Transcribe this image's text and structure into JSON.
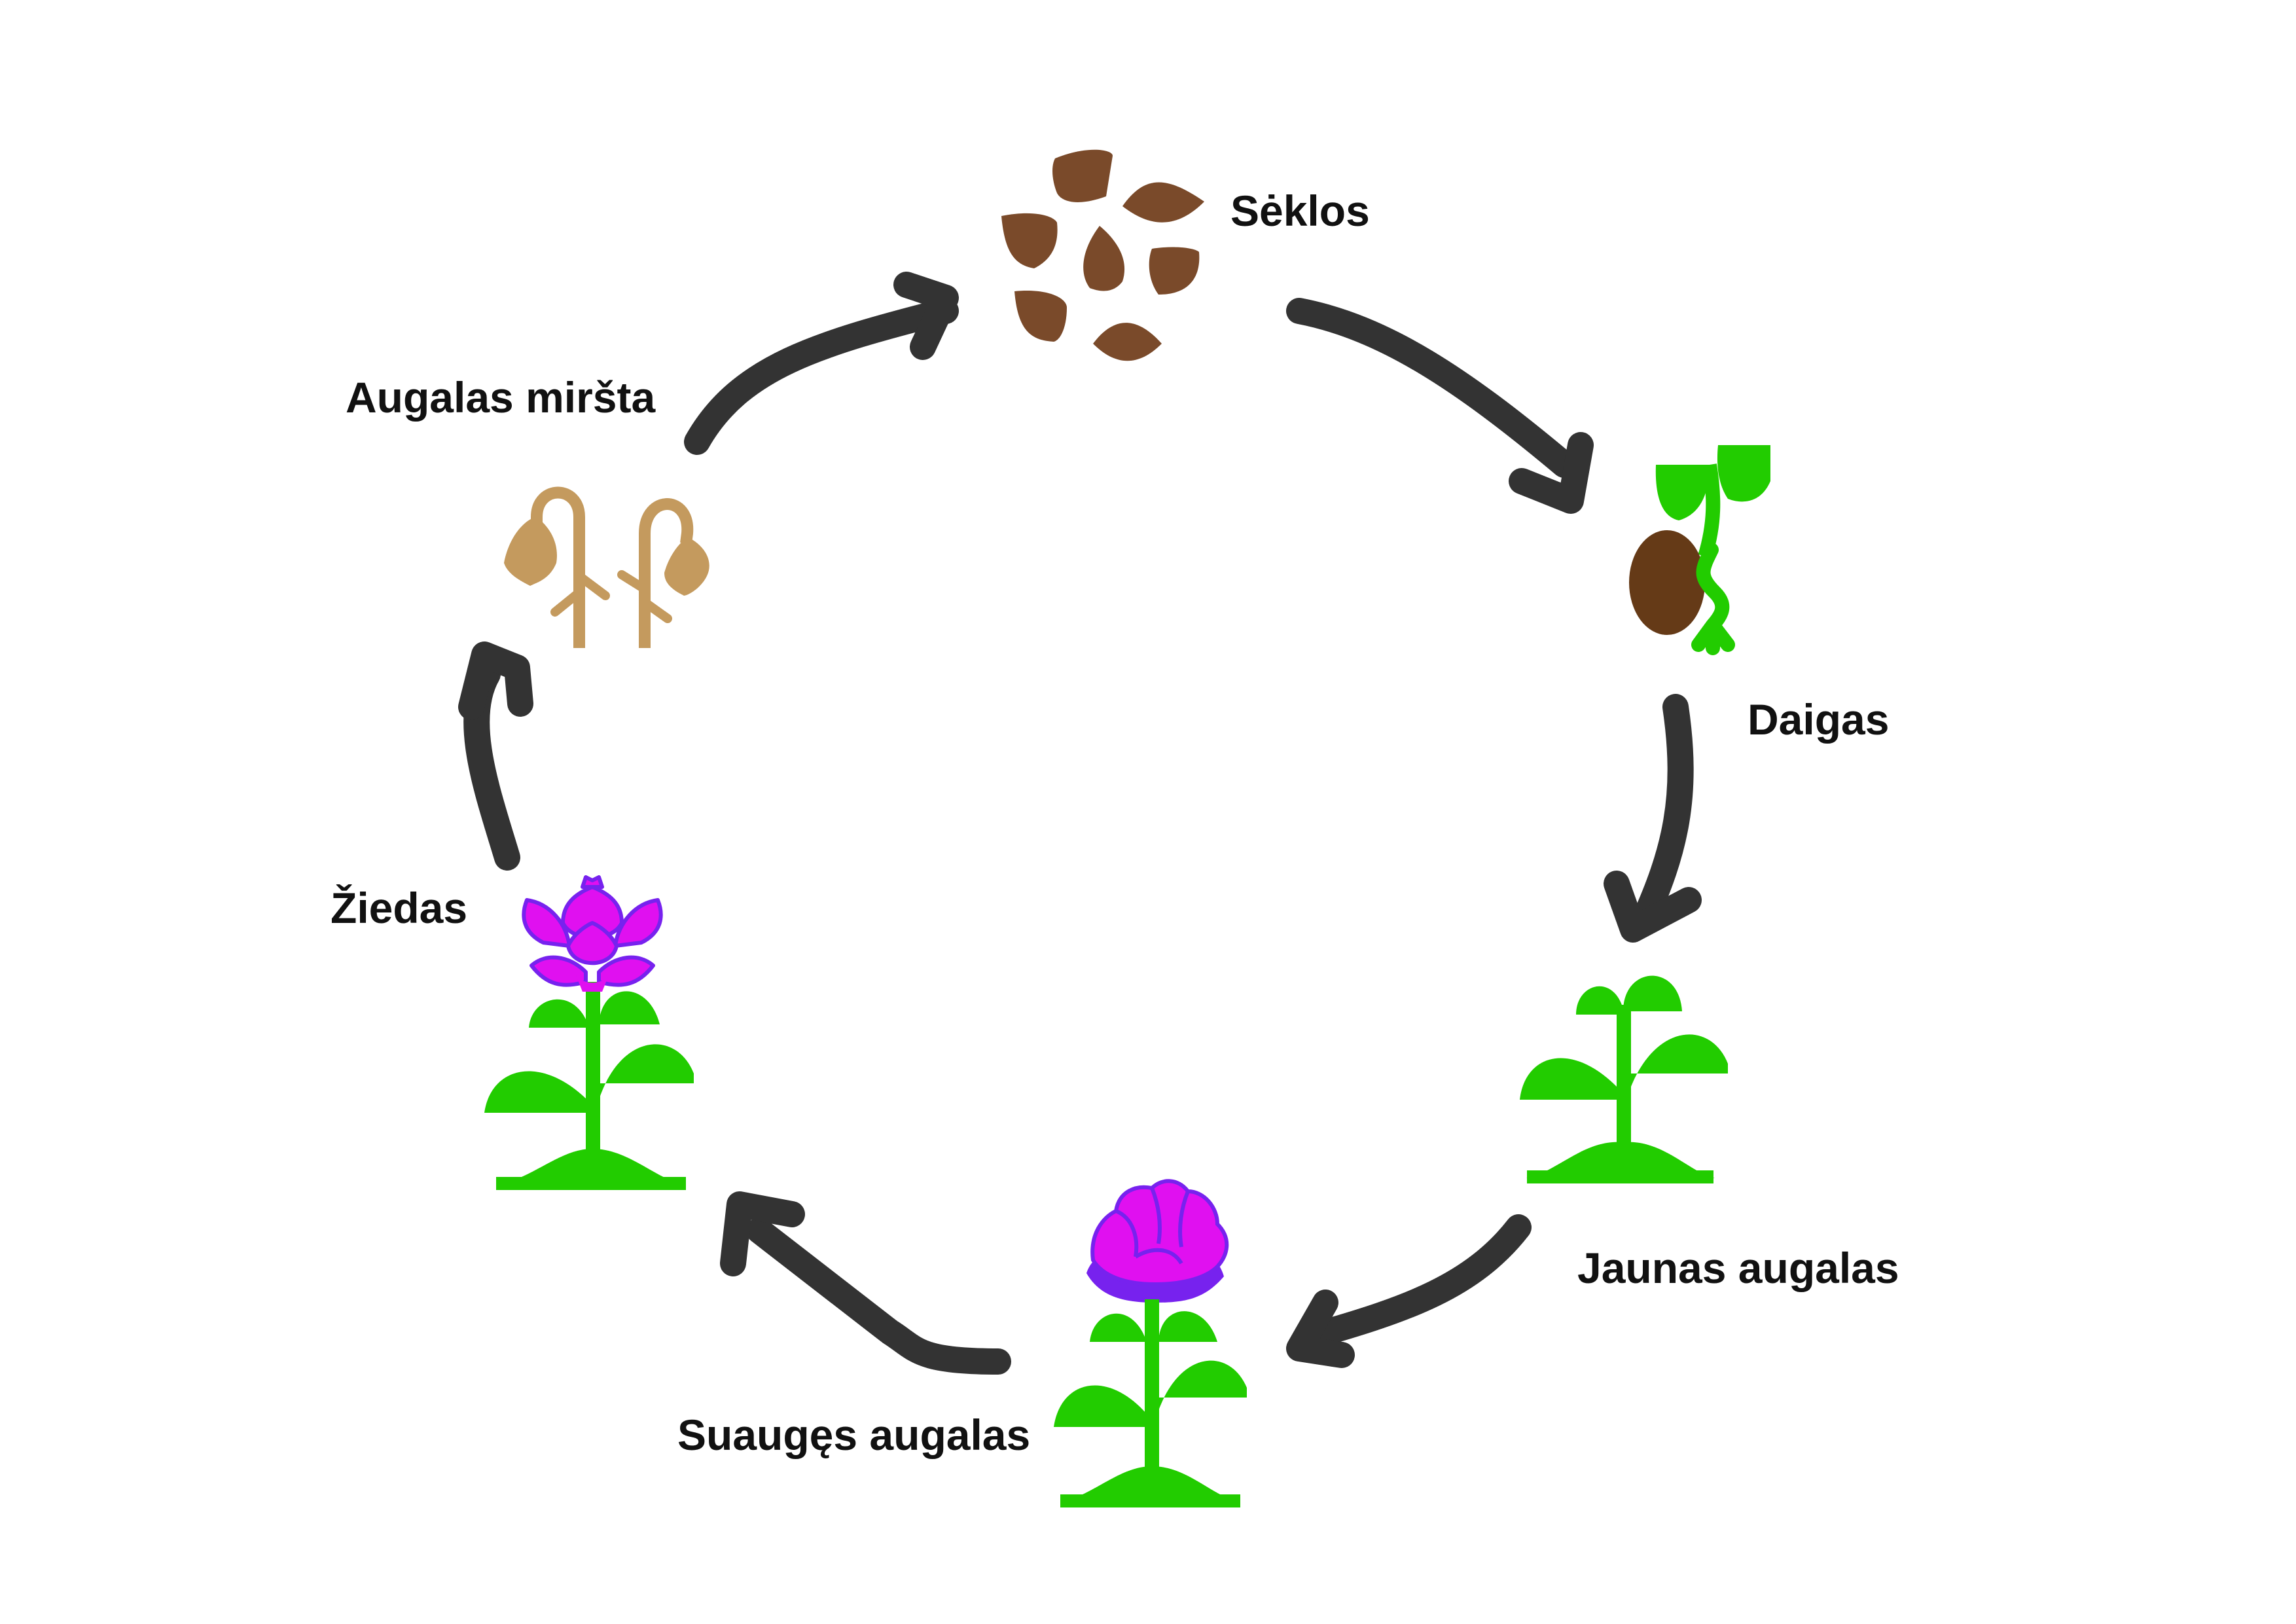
{
  "diagram": {
    "stages": [
      {
        "id": "seeds",
        "label": "Sėklos"
      },
      {
        "id": "sprout",
        "label": "Daigas"
      },
      {
        "id": "young",
        "label": "Jaunas augalas"
      },
      {
        "id": "adult",
        "label": "Suaugęs augalas"
      },
      {
        "id": "flower",
        "label": "Žiedas"
      },
      {
        "id": "dying",
        "label": "Augalas miršta"
      }
    ],
    "icons": {
      "seeds": "seeds-icon",
      "sprout": "sprouting-bean-icon",
      "young": "young-plant-icon",
      "adult": "plant-with-bud-icon",
      "flower": "flowering-plant-icon",
      "dying": "wilted-plants-icon"
    },
    "colors": {
      "arrow": "#333333",
      "leaf_green": "#22CC00",
      "seed_brown": "#7A4A2A",
      "bean_brown": "#653A17",
      "wilted_tan": "#C49A5E",
      "flower_magenta": "#E010F0",
      "flower_purple": "#7722EE",
      "text": "#111111"
    }
  }
}
